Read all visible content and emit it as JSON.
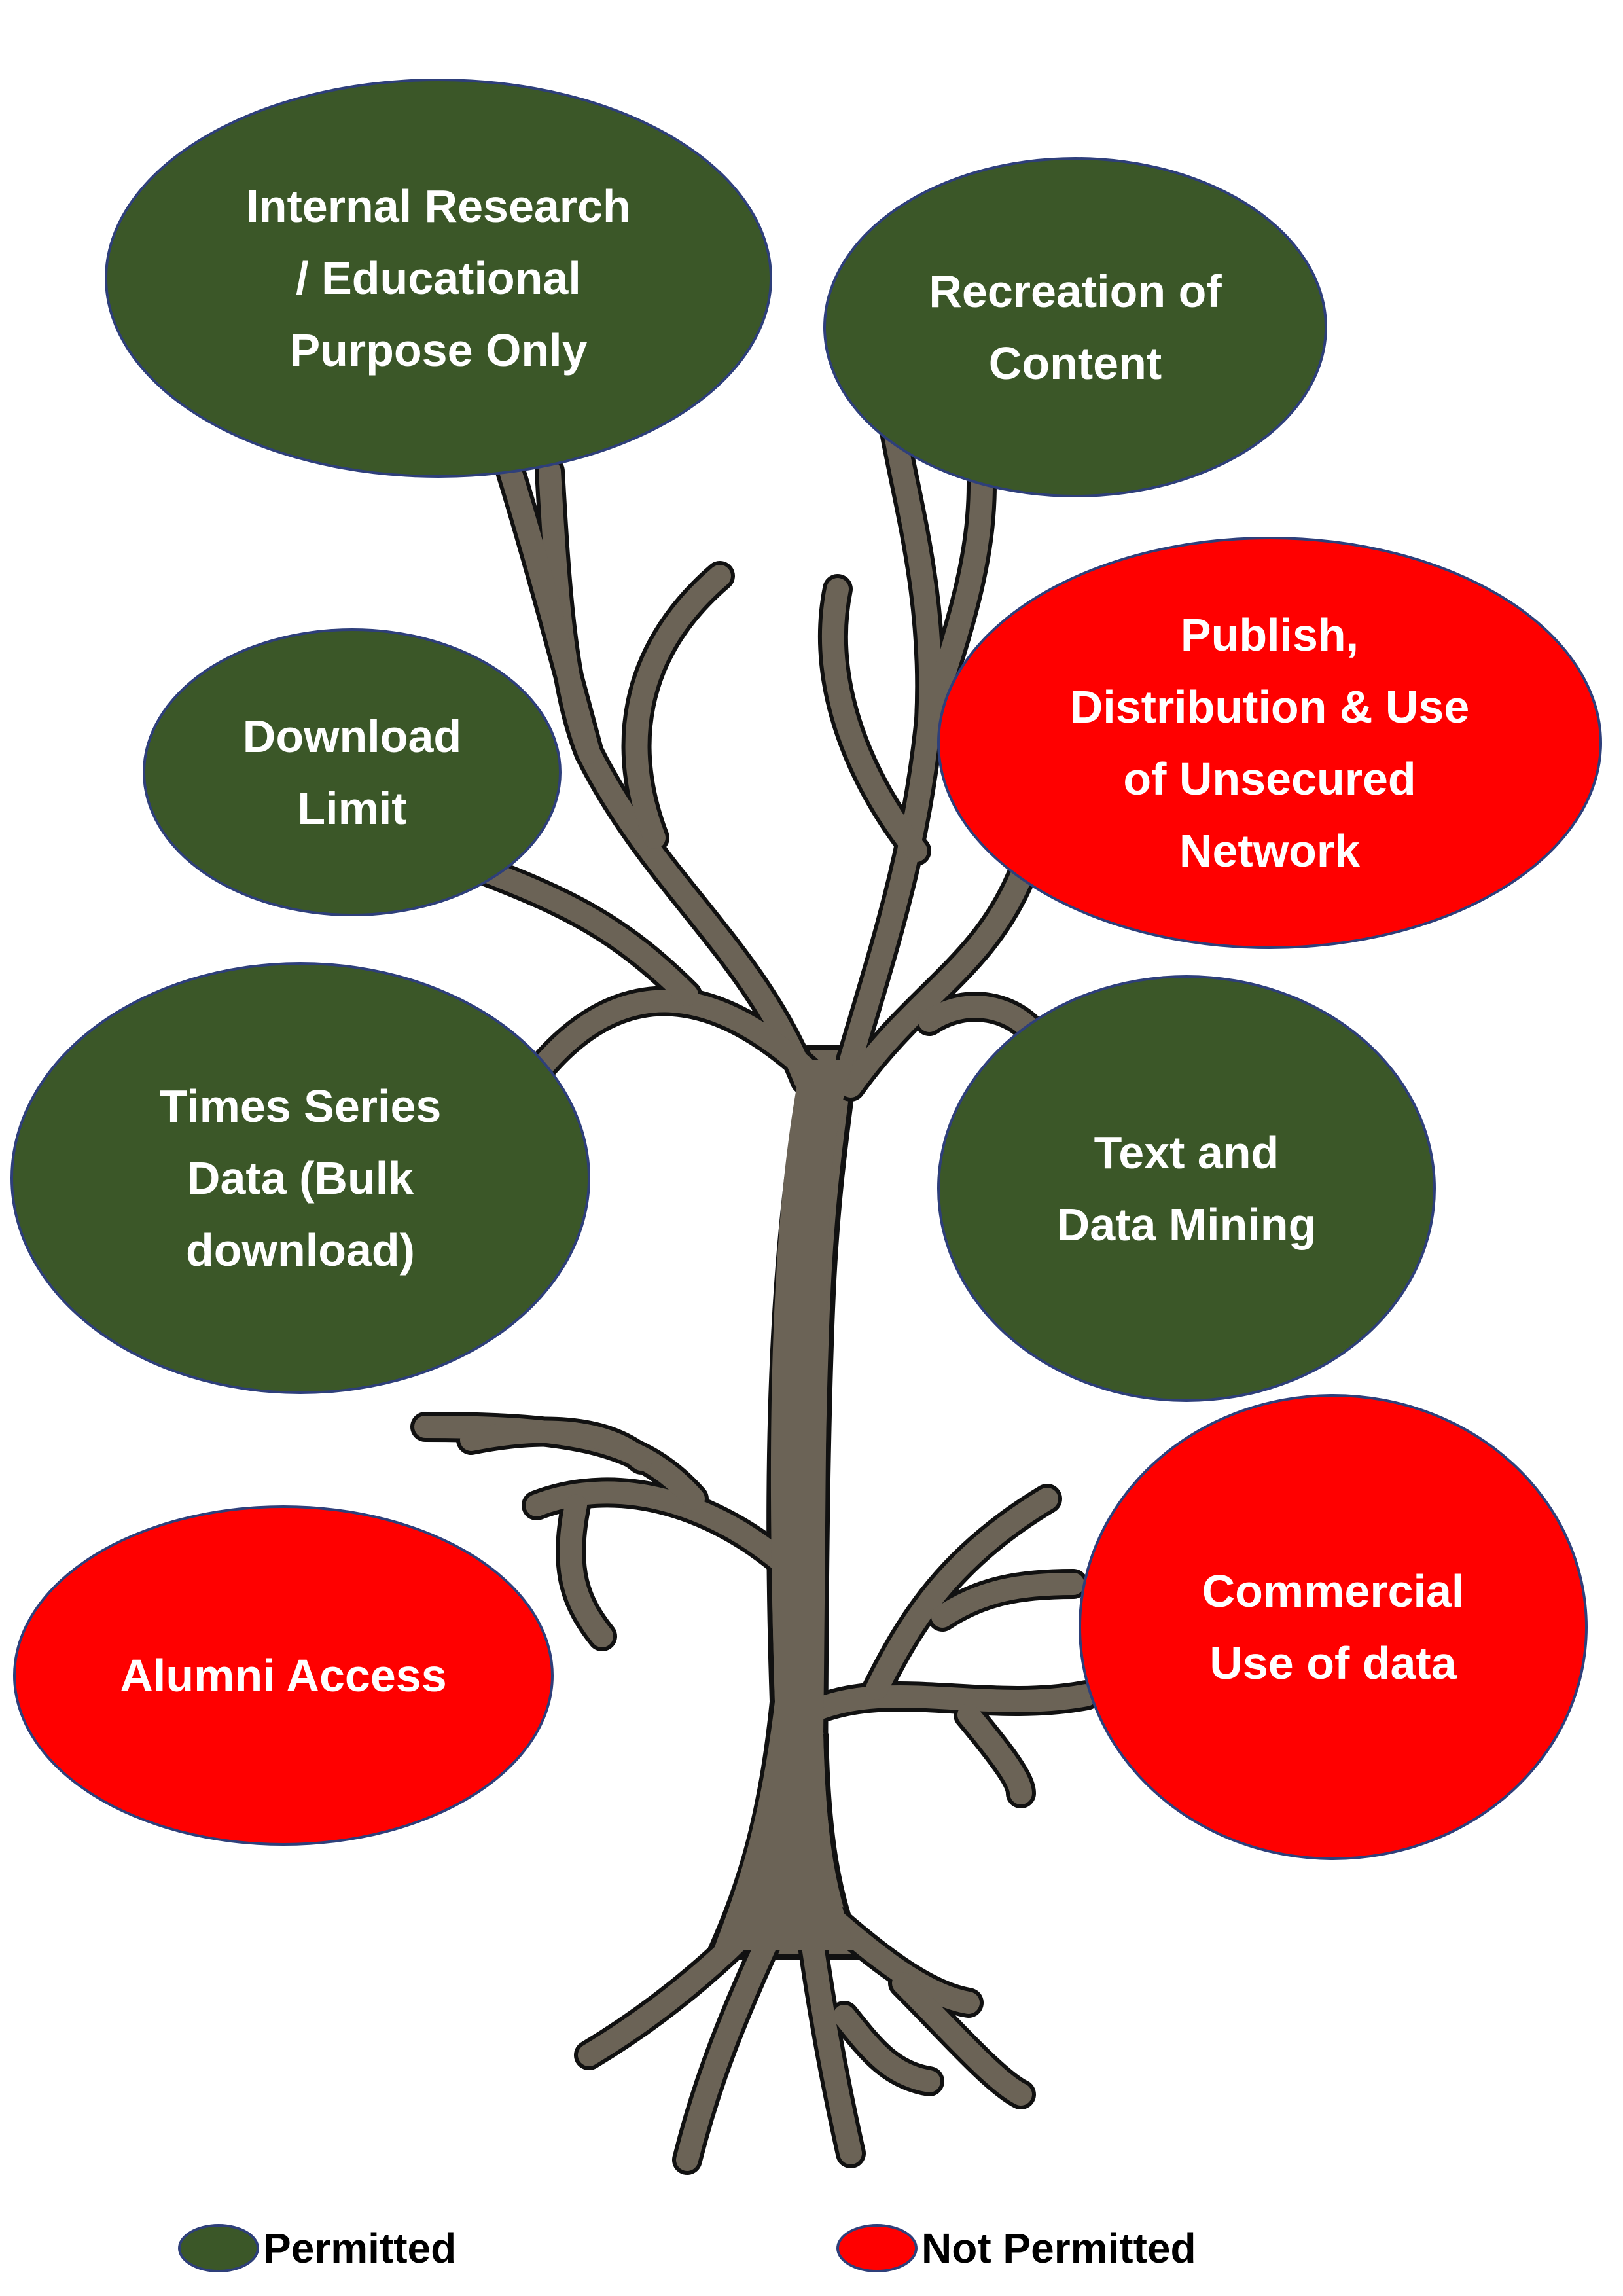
{
  "colors": {
    "permitted": "#3b5728",
    "not_permitted": "#ff0000",
    "tree": "#6b6356",
    "outline": "#2e3f7a"
  },
  "nodes": {
    "internal_research": {
      "label": "Internal Research\n/ Educational\nPurpose Only",
      "status": "permitted"
    },
    "recreation": {
      "label": "Recreation of\nContent",
      "status": "permitted"
    },
    "publish": {
      "label": "Publish,\nDistribution & Use\nof Unsecured\nNetwork",
      "status": "not-permitted"
    },
    "download_limit": {
      "label": "Download\nLimit",
      "status": "permitted"
    },
    "time_series": {
      "label": "Times Series\nData (Bulk\ndownload)",
      "status": "permitted"
    },
    "text_mining": {
      "label": "Text and\nData Mining",
      "status": "permitted"
    },
    "alumni": {
      "label": "Alumni Access",
      "status": "not-permitted"
    },
    "commercial": {
      "label": "Commercial\nUse of data",
      "status": "not-permitted"
    }
  },
  "legend": {
    "permitted": "Permitted",
    "not_permitted": "Not Permitted"
  }
}
